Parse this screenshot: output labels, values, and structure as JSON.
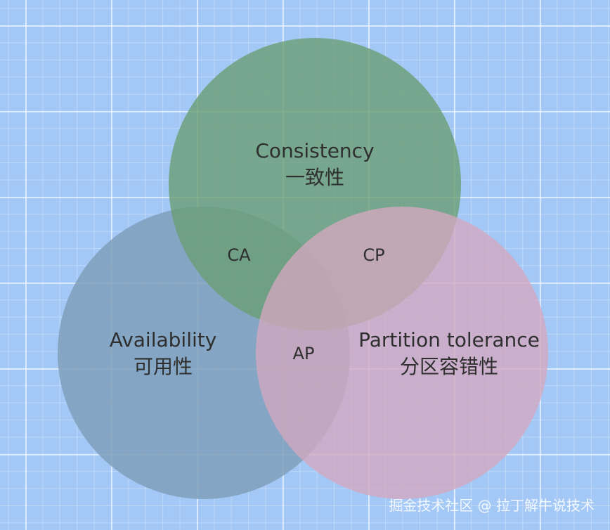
{
  "sets": [
    {
      "name": "Consistency",
      "subtitle": "一致性",
      "color": "#6a9e74"
    },
    {
      "name": "Availability",
      "subtitle": "可用性",
      "color": "#7f9fba"
    },
    {
      "name": "Partition tolerance",
      "subtitle": "分区容错性",
      "color": "#d3a8bf"
    }
  ],
  "intersections": [
    {
      "label": "CA",
      "sets": [
        "Consistency",
        "Availability"
      ]
    },
    {
      "label": "CP",
      "sets": [
        "Consistency",
        "Partition tolerance"
      ]
    },
    {
      "label": "AP",
      "sets": [
        "Availability",
        "Partition tolerance"
      ]
    }
  ],
  "watermark": "掘金技术社区 @ 拉丁解牛说技术",
  "background_color": "#a4c8f6"
}
